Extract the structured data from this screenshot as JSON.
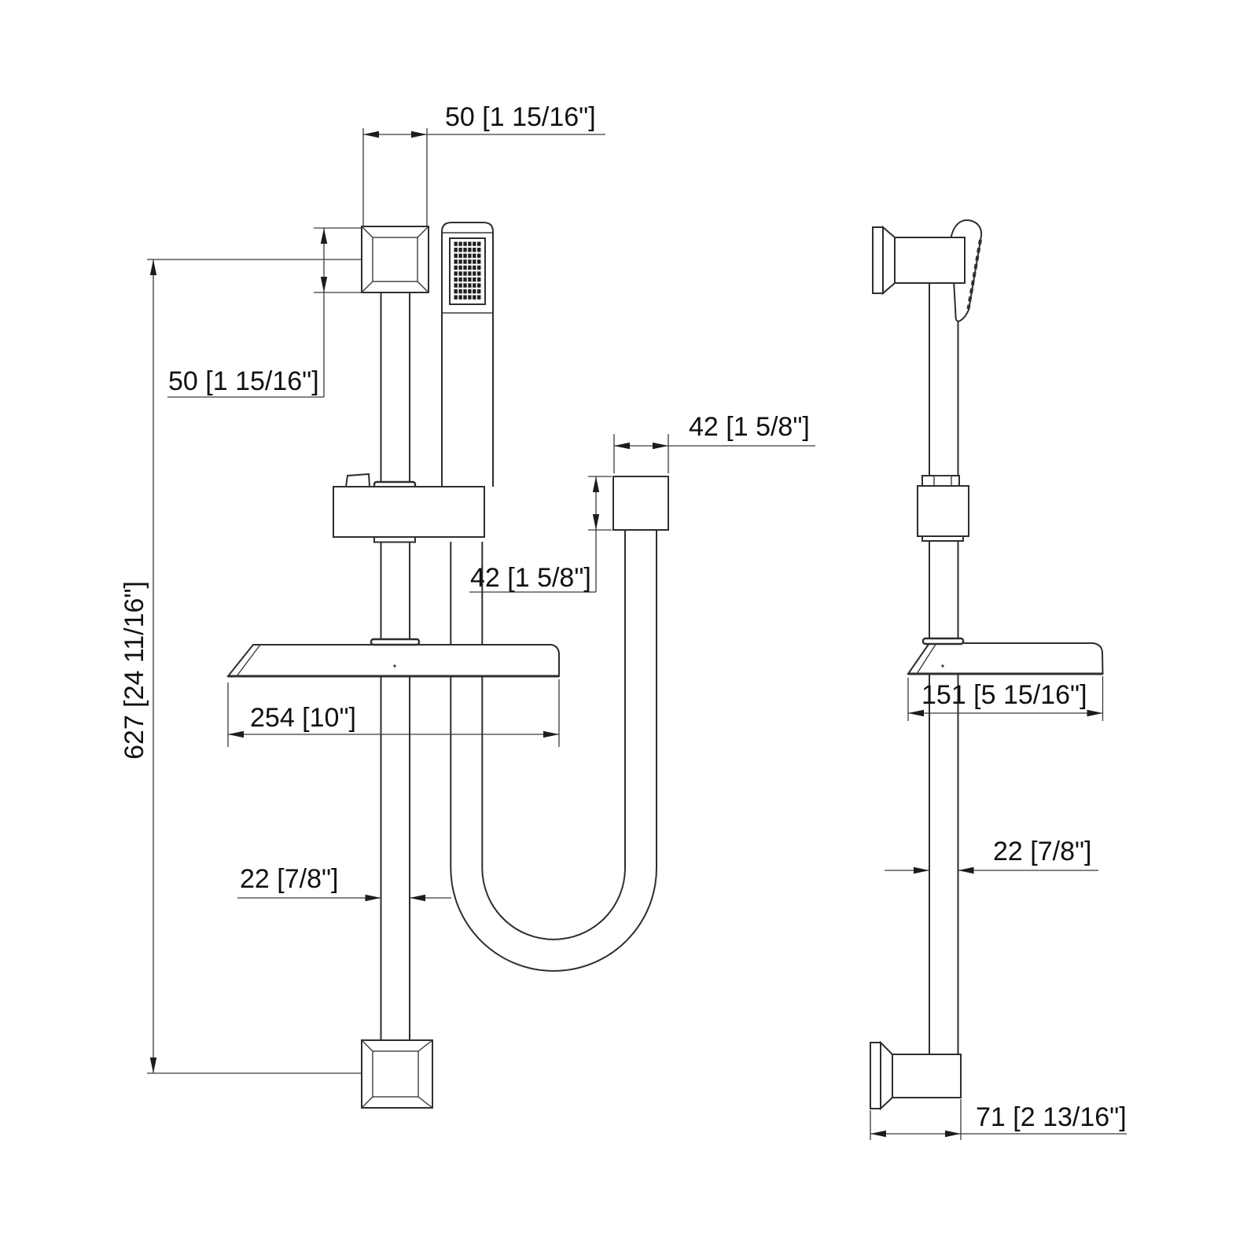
{
  "drawing": {
    "kind": "technical dimension drawing",
    "views": {
      "left": "front view",
      "right": "side view"
    },
    "units": "millimeters [inches]"
  },
  "colors": {
    "background": "#ffffff",
    "line": "#2e2e2e",
    "text": "#111111"
  },
  "dimensions": {
    "front": {
      "bracket_width": "50 [1 15/16\"]",
      "bracket_height": "50 [1 15/16\"]",
      "overall_height": "627 [24 11/16\"]",
      "elbow_width": "42 [1 5/8\"]",
      "elbow_height": "42 [1 5/8\"]",
      "dish_width": "254 [10\"]",
      "rail_width": "22 [7/8\"]"
    },
    "side": {
      "dish_depth": "151 [5 15/16\"]",
      "rail_depth": "22 [7/8\"]",
      "bottom_bracket_depth": "71 [2 13/16\"]"
    }
  }
}
